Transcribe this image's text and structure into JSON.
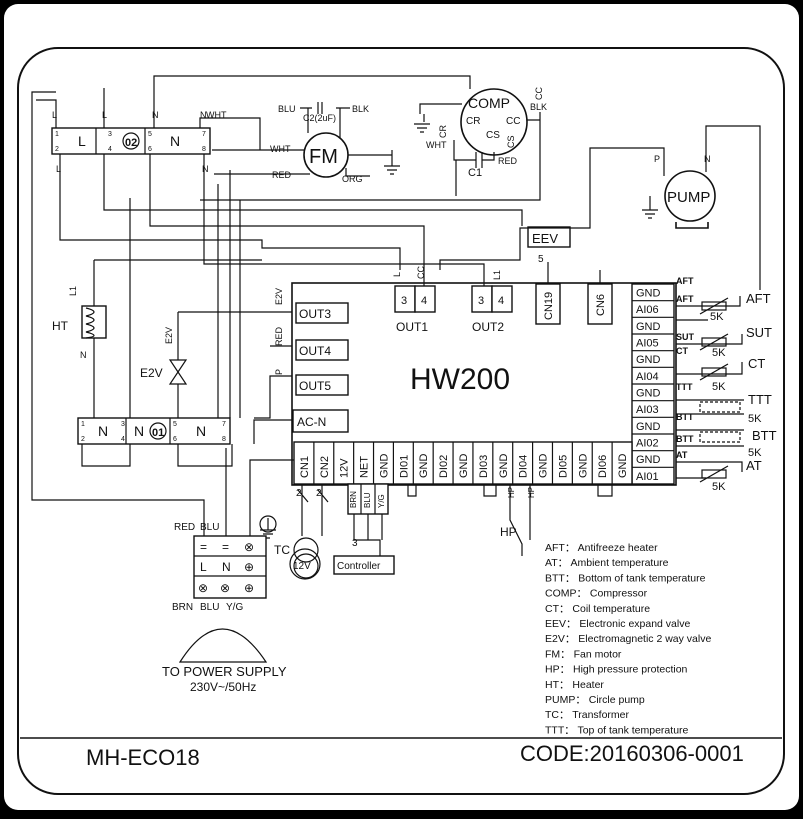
{
  "title_block": {
    "model": "MH-ECO18",
    "code": "CODE:20160306-0001"
  },
  "controller": {
    "name": "HW200",
    "left_terminals": [
      "OUT3",
      "OUT4",
      "OUT5",
      "AC-N"
    ],
    "left_wire_labels": [
      "E2V",
      "RED",
      "P"
    ],
    "top_pins": {
      "out1_pins": [
        "3",
        "4"
      ],
      "out1_label": "OUT1",
      "out1_wires": [
        "L",
        "CC"
      ],
      "out2_pins": [
        "3",
        "4"
      ],
      "out2_label": "OUT2",
      "out2_wires": [
        "L1"
      ],
      "cn19": "CN19",
      "cn6": "CN6",
      "eev_box": "EEV",
      "eev_count": "5"
    },
    "right_terminals": [
      "GND",
      "AI06",
      "GND",
      "AI05",
      "GND",
      "AI04",
      "GND",
      "AI03",
      "GND",
      "AI02",
      "GND",
      "AI01"
    ],
    "bottom_terminals": [
      "CN1",
      "CN2",
      "12V",
      "NET",
      "GND",
      "DI01",
      "GND",
      "DI02",
      "GND",
      "DI03",
      "GND",
      "DI04",
      "GND",
      "DI05",
      "GND",
      "DI06",
      "GND"
    ]
  },
  "sensors": {
    "afts": [
      "AFT",
      "AFT",
      "5K",
      "AFT"
    ],
    "sut": [
      "SUT",
      "5K",
      "SUT"
    ],
    "ct": [
      "CT",
      "5K",
      "CT"
    ],
    "ttt": [
      "TTT",
      "TTT",
      "5K"
    ],
    "btt": [
      "BTT",
      "BTT",
      "5K",
      "BTT"
    ],
    "at": [
      "AT",
      "5K",
      "AT"
    ]
  },
  "components": {
    "fm": "FM",
    "fm_cap": "C2(2uF)",
    "fm_wires": [
      "BLU",
      "BLK",
      "WHT",
      "WHT",
      "RED",
      "ORG"
    ],
    "comp": "COMP",
    "comp_terms": [
      "CR",
      "CC",
      "CS"
    ],
    "comp_wires": [
      "CC",
      "BLK",
      "CR",
      "WHT",
      "CS",
      "RED"
    ],
    "c1": "C1",
    "pump": "PUMP",
    "pump_wires": [
      "P",
      "N"
    ],
    "ht": "HT",
    "l1": "L1",
    "e2v": "E2V",
    "e2v_wire": "E2V",
    "tc": "TC",
    "tc_volt": "12V",
    "tc_pins": [
      "2",
      "2"
    ],
    "controller_box": "Controller",
    "controller_count": "3",
    "net_wires": [
      "BRN",
      "BLU",
      "Y/G"
    ],
    "hp": "HP",
    "hp_pins": [
      "HP",
      "HP"
    ]
  },
  "terminal_block_02": {
    "id": "02",
    "labels": [
      "L",
      "N"
    ],
    "pins": [
      "1",
      "3",
      "5",
      "7",
      "2",
      "4",
      "6",
      "8"
    ]
  },
  "terminal_block_01": {
    "id": "01",
    "labels": [
      "N",
      "N",
      "N"
    ],
    "pins": [
      "1",
      "3",
      "5",
      "7",
      "2",
      "4",
      "6",
      "8"
    ]
  },
  "misc_wire_labels": {
    "wht_top": "WHT",
    "n_labels": [
      "N",
      "N",
      "N",
      "N"
    ],
    "l_labels": [
      "L",
      "L",
      "L"
    ]
  },
  "power": {
    "wires_top": [
      "RED",
      "BLU"
    ],
    "row2": [
      "L",
      "N"
    ],
    "wires_bottom": [
      "BRN",
      "BLU",
      "Y/G"
    ],
    "label_line1": "TO POWER SUPPLY",
    "label_line2": "230V~/50Hz"
  },
  "legend": [
    "AFT： Antifreeze heater",
    "AT： Ambient temperature",
    "BTT： Bottom of tank temperature",
    "COMP： Compressor",
    "CT： Coil temperature",
    "EEV： Electronic expand valve",
    "E2V： Electromagnetic 2 way valve",
    "FM： Fan motor",
    "HP： High pressure protection",
    "HT： Heater",
    "PUMP： Circle pump",
    "TC： Transformer",
    "TTT： Top of tank temperature"
  ]
}
